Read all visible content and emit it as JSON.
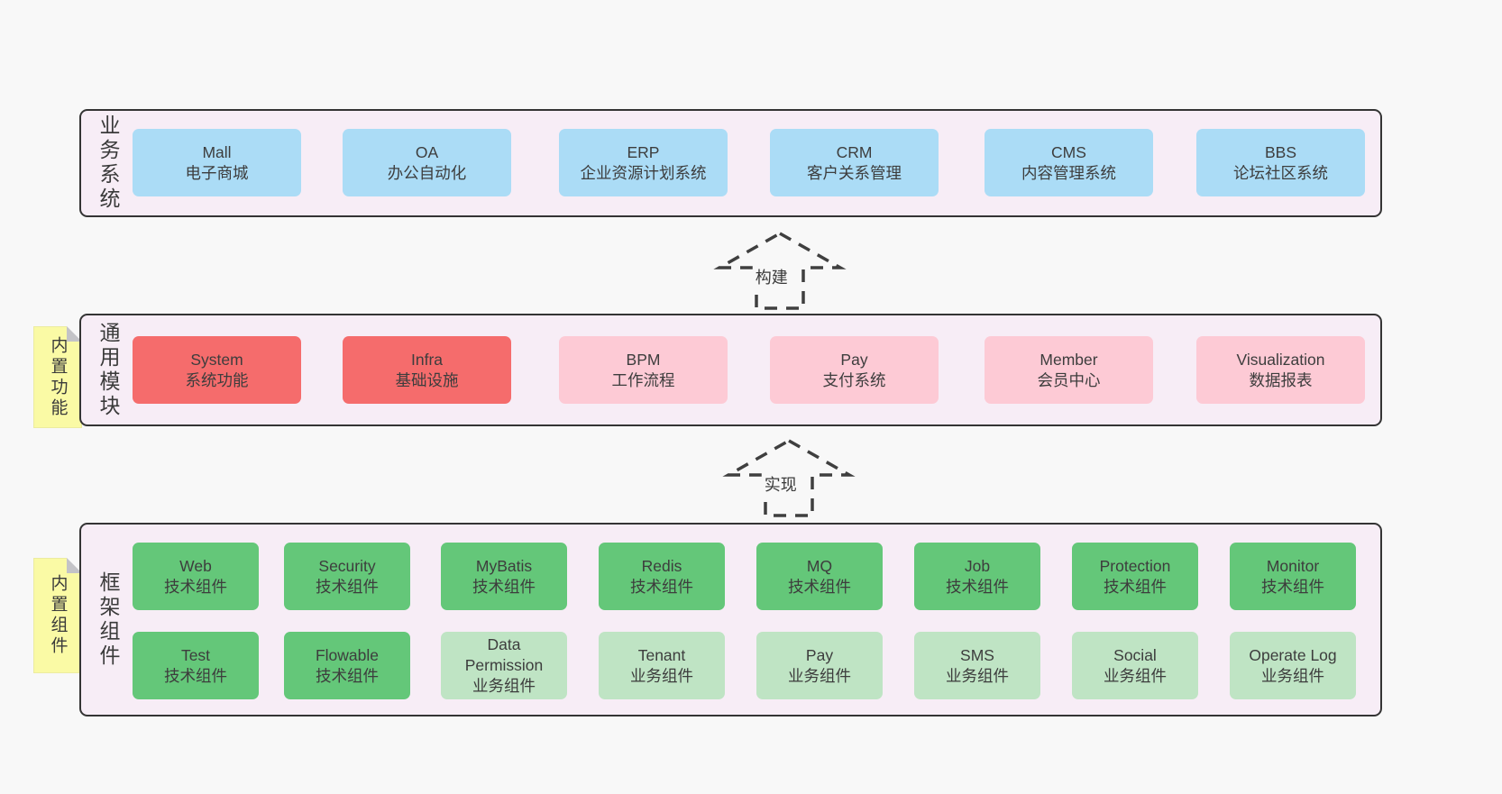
{
  "colors": {
    "page_bg": "#f8f8f8",
    "band_bg": "#f7edf6",
    "band_border": "#343434",
    "blue_box": "#abdcf6",
    "red_box": "#f56c6c",
    "pink_box": "#fdcad5",
    "green_box": "#64c779",
    "light_green_box": "#bfe4c4",
    "sticky_yellow": "#fafaa5",
    "text": "#3d3d3d"
  },
  "arrows": [
    {
      "label": "构建"
    },
    {
      "label": "实现"
    }
  ],
  "bands": [
    {
      "label": "业务系统",
      "boxes": [
        {
          "en": "Mall",
          "zh": "电子商城",
          "type": "blue"
        },
        {
          "en": "OA",
          "zh": "办公自动化",
          "type": "blue"
        },
        {
          "en": "ERP",
          "zh": "企业资源计划系统",
          "type": "blue"
        },
        {
          "en": "CRM",
          "zh": "客户关系管理",
          "type": "blue"
        },
        {
          "en": "CMS",
          "zh": "内容管理系统",
          "type": "blue"
        },
        {
          "en": "BBS",
          "zh": "论坛社区系统",
          "type": "blue"
        }
      ]
    },
    {
      "label": "通用模块",
      "sticky": "内置功能",
      "boxes": [
        {
          "en": "System",
          "zh": "系统功能",
          "type": "red"
        },
        {
          "en": "Infra",
          "zh": "基础设施",
          "type": "red"
        },
        {
          "en": "BPM",
          "zh": "工作流程",
          "type": "pink"
        },
        {
          "en": "Pay",
          "zh": "支付系统",
          "type": "pink"
        },
        {
          "en": "Member",
          "zh": "会员中心",
          "type": "pink"
        },
        {
          "en": "Visualization",
          "zh": "数据报表",
          "type": "pink"
        }
      ]
    },
    {
      "label": "框架组件",
      "sticky": "内置组件",
      "boxes": [
        {
          "en": "Web",
          "zh": "技术组件",
          "type": "green"
        },
        {
          "en": "Security",
          "zh": "技术组件",
          "type": "green"
        },
        {
          "en": "MyBatis",
          "zh": "技术组件",
          "type": "green"
        },
        {
          "en": "Redis",
          "zh": "技术组件",
          "type": "green"
        },
        {
          "en": "MQ",
          "zh": "技术组件",
          "type": "green"
        },
        {
          "en": "Job",
          "zh": "技术组件",
          "type": "green"
        },
        {
          "en": "Protection",
          "zh": "技术组件",
          "type": "green"
        },
        {
          "en": "Monitor",
          "zh": "技术组件",
          "type": "green"
        },
        {
          "en": "Test",
          "zh": "技术组件",
          "type": "green"
        },
        {
          "en": "Flowable",
          "zh": "技术组件",
          "type": "green"
        },
        {
          "en": "Data Permission",
          "zh": "业务组件",
          "type": "light-green"
        },
        {
          "en": "Tenant",
          "zh": "业务组件",
          "type": "light-green"
        },
        {
          "en": "Pay",
          "zh": "业务组件",
          "type": "light-green"
        },
        {
          "en": "SMS",
          "zh": "业务组件",
          "type": "light-green"
        },
        {
          "en": "Social",
          "zh": "业务组件",
          "type": "light-green"
        },
        {
          "en": "Operate Log",
          "zh": "业务组件",
          "type": "light-green"
        }
      ]
    }
  ]
}
